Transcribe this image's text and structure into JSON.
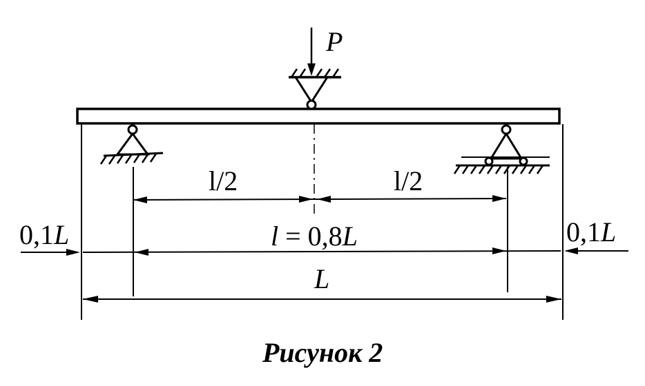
{
  "labels": {
    "force": "P",
    "half_span_left": "l/2",
    "half_span_right": "l/2",
    "span_l": "l",
    "span_eq": " = 0,8",
    "span_unit": "L",
    "total_length": "L",
    "overhang_left_num": "0,1",
    "overhang_left_unit": "L",
    "overhang_right_num": "0,1",
    "overhang_right_unit": "L"
  },
  "caption": "Рисунок 2"
}
